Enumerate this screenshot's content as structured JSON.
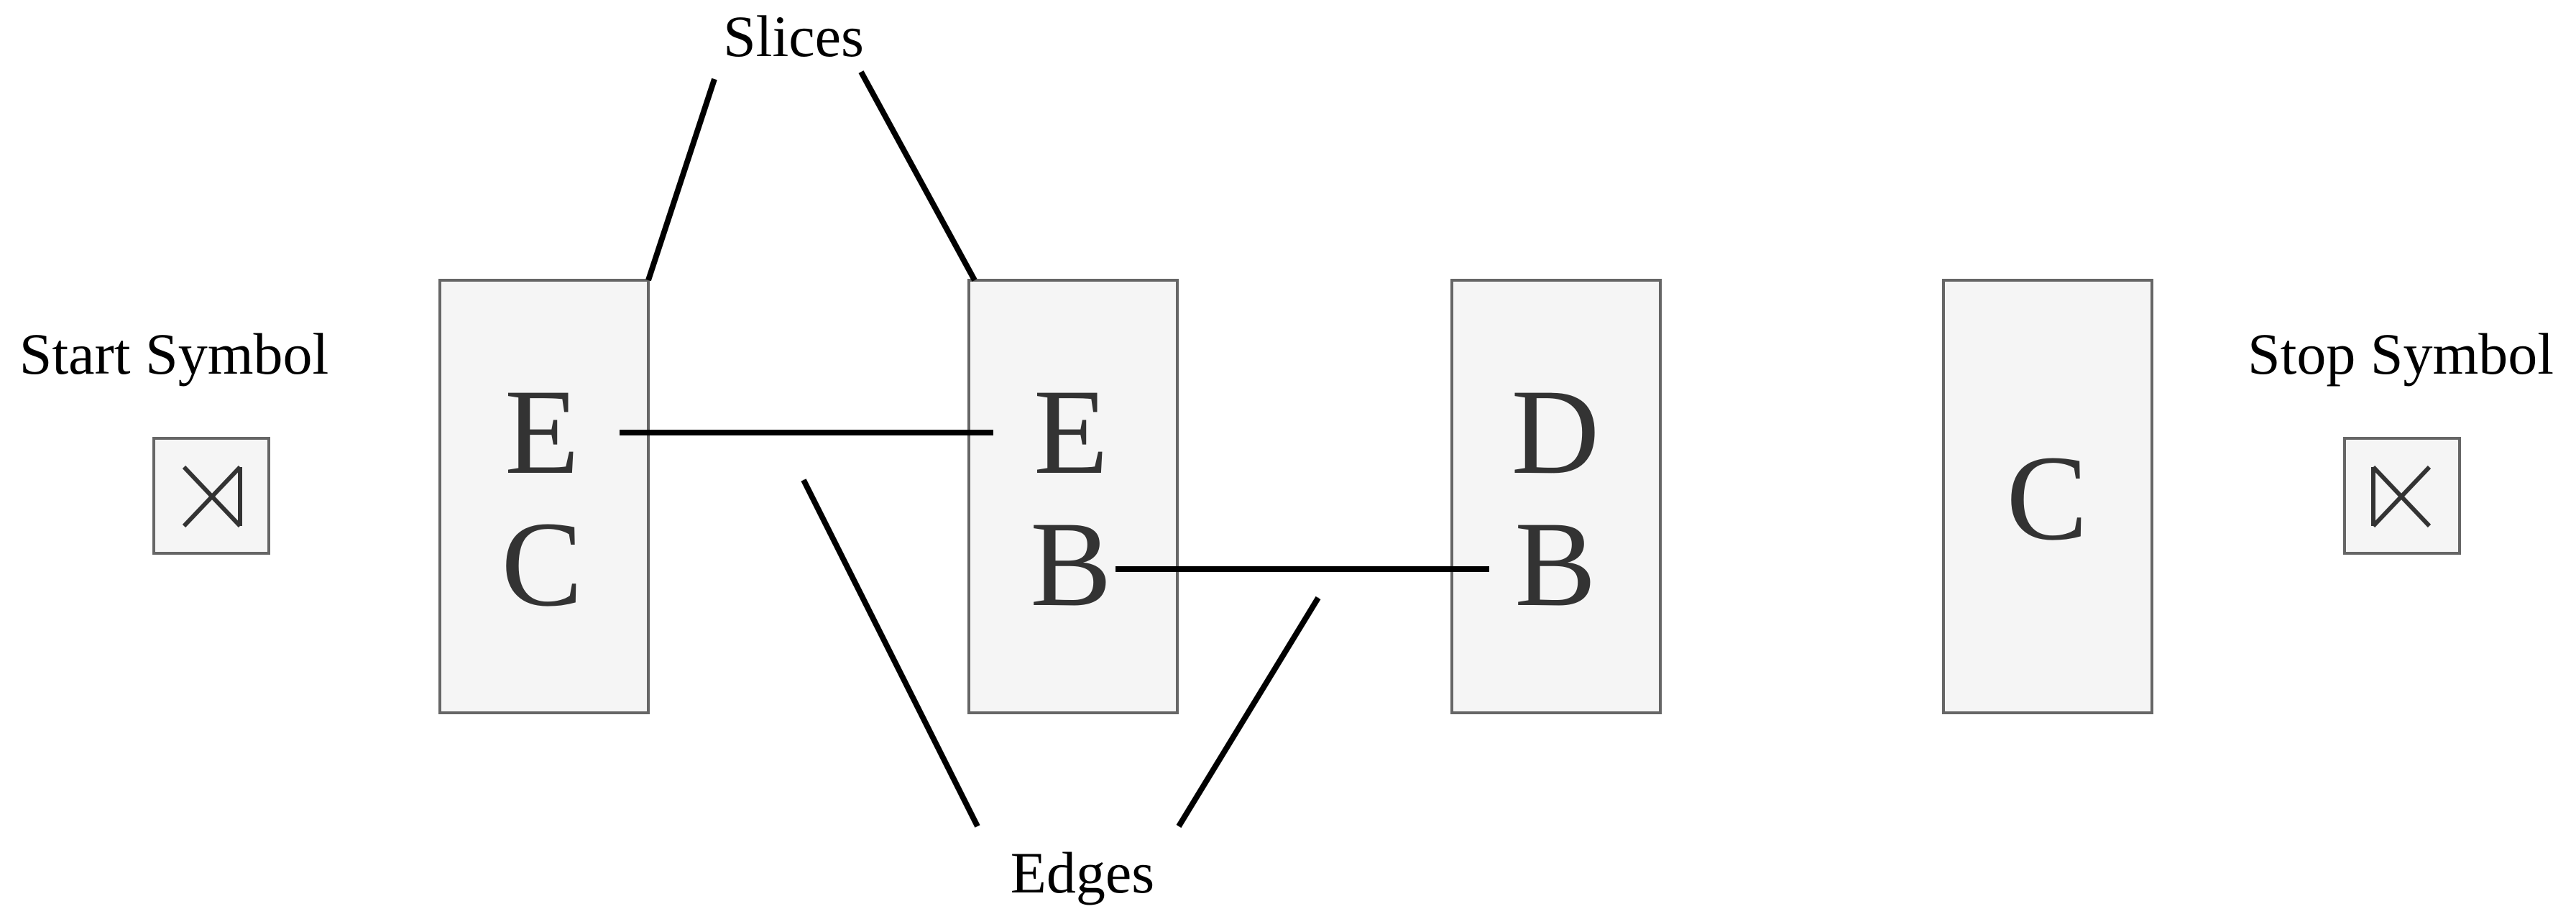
{
  "diagram": {
    "annotations": {
      "slices": "Slices",
      "edges": "Edges",
      "start": "Start Symbol",
      "stop": "Stop Symbol"
    },
    "symbols": {
      "start_glyph": "⋊",
      "stop_glyph": "⋉"
    },
    "slices": [
      {
        "symbols": [
          "E",
          "C"
        ]
      },
      {
        "symbols": [
          "E",
          "B"
        ]
      },
      {
        "symbols": [
          "D",
          "B"
        ]
      },
      {
        "symbols": [
          "C"
        ]
      }
    ],
    "edges": [
      {
        "from": "slice 1: E",
        "to": "slice 2: E"
      },
      {
        "from": "slice 2: B",
        "to": "slice 3: B"
      }
    ],
    "colors": {
      "box_fill": "#f5f5f5",
      "box_stroke": "#666666",
      "slice_text": "#333333",
      "line": "#000000"
    }
  }
}
